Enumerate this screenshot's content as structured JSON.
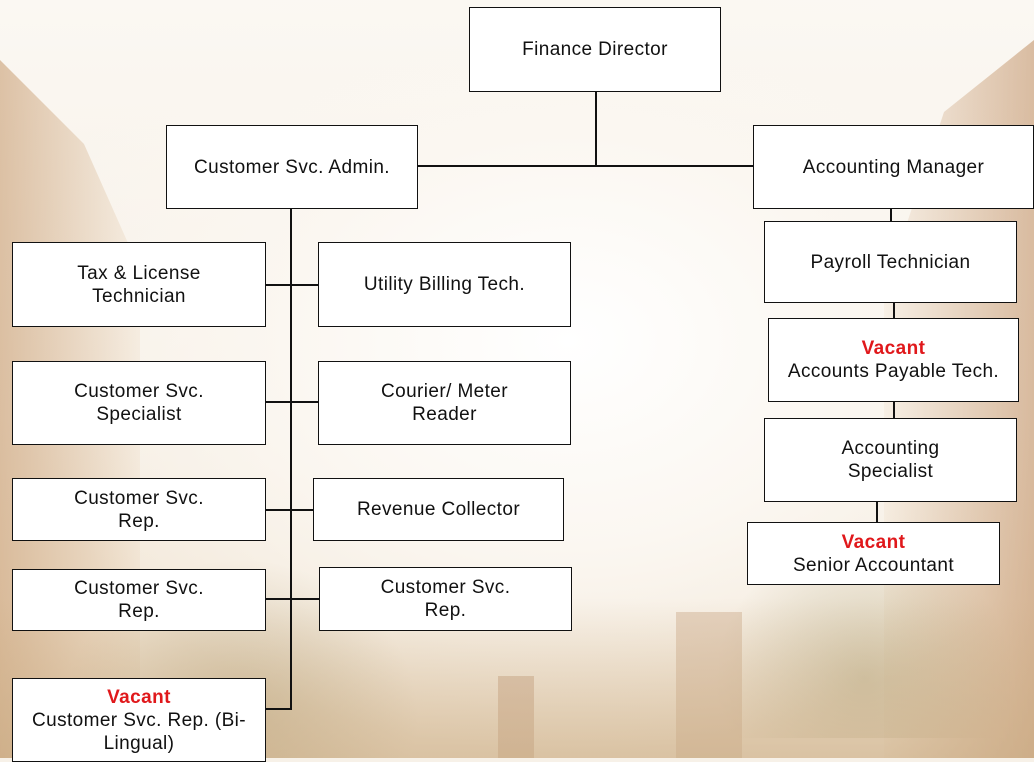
{
  "org_chart": {
    "finance_director": "Finance Director",
    "customer_svc_admin": "Customer Svc. Admin.",
    "accounting_manager": "Accounting Manager",
    "left_column": {
      "tax_license": "Tax & License Technician",
      "cs_specialist": "Customer Svc. Specialist",
      "cs_rep_1": "Customer Svc. Rep.",
      "cs_rep_2": "Customer Svc. Rep.",
      "bilingual": {
        "vacant": "Vacant",
        "title": "Customer Svc. Rep. (Bi-Lingual)"
      }
    },
    "middle_column": {
      "utility_billing": "Utility Billing Tech.",
      "courier": "Courier/ Meter Reader",
      "revenue_collector": "Revenue Collector",
      "cs_rep_3": "Customer Svc. Rep."
    },
    "right_column": {
      "payroll": "Payroll Technician",
      "accounts_payable": {
        "vacant": "Vacant",
        "title": "Accounts Payable Tech."
      },
      "accounting_specialist": "Accounting Specialist",
      "senior_accountant": {
        "vacant": "Vacant",
        "title": "Senior Accountant"
      }
    }
  },
  "colors": {
    "vacant": "#e0181b",
    "box_border": "#111111",
    "box_fill": "#ffffff"
  }
}
